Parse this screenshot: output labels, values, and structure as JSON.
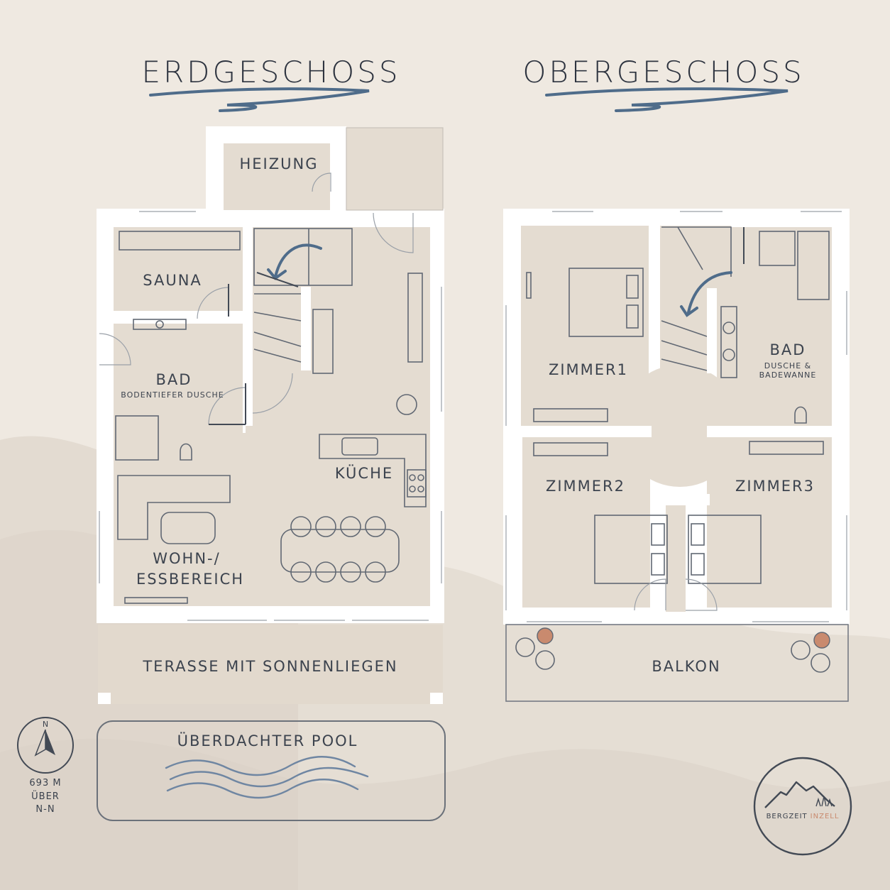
{
  "titles": {
    "ground_floor": "ERDGESCHOSS",
    "upper_floor": "OBERGESCHOSS"
  },
  "ground_floor_rooms": {
    "heating": "HEIZUNG",
    "sauna": "SAUNA",
    "bath": "BAD",
    "bath_sub": "BODENTIEFER DUSCHE",
    "kitchen": "KÜCHE",
    "living_line1": "WOHN-/",
    "living_line2": "ESSBEREICH",
    "terrace": "TERASSE MIT SONNENLIEGEN"
  },
  "upper_floor_rooms": {
    "room1": "ZIMMER1",
    "room2": "ZIMMER2",
    "room3": "ZIMMER3",
    "bath": "BAD",
    "bath_sub_line1": "DUSCHE &",
    "bath_sub_line2": "BADEWANNE",
    "balcony": "BALKON"
  },
  "pool": {
    "label": "ÜBERDACHTER POOL"
  },
  "compass": {
    "north": "N",
    "elevation_line1": "693 M",
    "elevation_line2": "ÜBER",
    "elevation_line3": "N-N"
  },
  "logo": {
    "name_part1": "BERGZEIT",
    "name_part2": "INZELL"
  },
  "colors": {
    "background": "#efe9e1",
    "wall": "#ffffff",
    "floor": "#e4dcd1",
    "ink": "#3c434e",
    "accent_blue": "#4f6c8a",
    "accent_terracotta": "#c98a6e"
  }
}
